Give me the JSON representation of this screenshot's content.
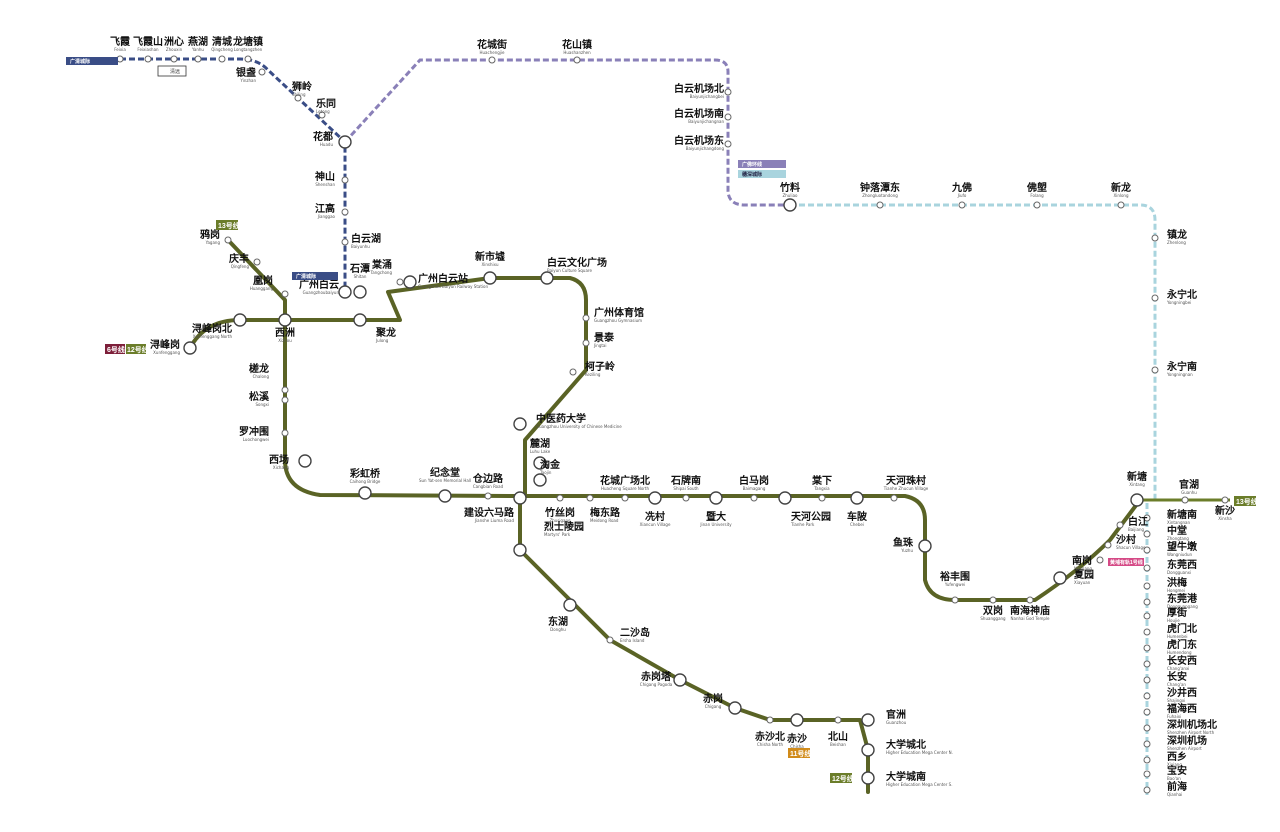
{
  "colors": {
    "main_line": "#5a6325",
    "line_18_blue": "#3a4d86",
    "airport_line_purple": "#8a80b8",
    "dongguan_line_cyan": "#a9d4de",
    "line_13_green": "#6b7d2a",
    "line_6_maroon": "#7d1f3a",
    "line_11_orange": "#d18b1a",
    "intercity_pink": "#d54a86"
  },
  "stations": [
    {
      "cn": "飞霞",
      "en": "Feixia"
    },
    {
      "cn": "飞霞山",
      "en": "Feixiashan"
    },
    {
      "cn": "洲心",
      "en": "Zhouxin"
    },
    {
      "cn": "燕湖",
      "en": "Yanhu"
    },
    {
      "cn": "清城",
      "en": "Qingcheng"
    },
    {
      "cn": "龙塘镇",
      "en": "Longtangzhen"
    },
    {
      "cn": "银盏",
      "en": "Yinzhan"
    },
    {
      "cn": "狮岭",
      "en": "Shiling"
    },
    {
      "cn": "乐同",
      "en": "Letong"
    },
    {
      "cn": "花都",
      "en": "Huadu"
    },
    {
      "cn": "神山",
      "en": "Shenshan"
    },
    {
      "cn": "江高",
      "en": "Jianggao"
    },
    {
      "cn": "白云湖",
      "en": "Baiyunhu"
    },
    {
      "cn": "广州白云",
      "en": "Guangzhoubaiyun"
    },
    {
      "cn": "花城街",
      "en": "Huachengjie"
    },
    {
      "cn": "花山镇",
      "en": "Huashanzhen"
    },
    {
      "cn": "白云机场北",
      "en": "Baiyunjichangbei"
    },
    {
      "cn": "白云机场南",
      "en": "Baiyunjichangnan"
    },
    {
      "cn": "白云机场东",
      "en": "Baiyunjichangdong"
    },
    {
      "cn": "竹料",
      "en": "Zhuliao"
    },
    {
      "cn": "钟落潭东",
      "en": "Zhongluotandong"
    },
    {
      "cn": "九佛",
      "en": "Jiufo"
    },
    {
      "cn": "佛塱",
      "en": "Folang"
    },
    {
      "cn": "新龙",
      "en": "Xinlong"
    },
    {
      "cn": "镇龙",
      "en": "Zhenlong"
    },
    {
      "cn": "永宁北",
      "en": "Yongningbei"
    },
    {
      "cn": "永宁南",
      "en": "Yongningnan"
    },
    {
      "cn": "鸦岗",
      "en": "Yagang"
    },
    {
      "cn": "庆丰",
      "en": "Qingfeng"
    },
    {
      "cn": "凰岗",
      "en": "Huanggang"
    },
    {
      "cn": "浔峰岗北",
      "en": "Xunfenggang North"
    },
    {
      "cn": "浔峰岗",
      "en": "Xunfenggang"
    },
    {
      "cn": "西洲",
      "en": "Xizhou"
    },
    {
      "cn": "石潭",
      "en": "Shitan"
    },
    {
      "cn": "聚龙",
      "en": "Julong"
    },
    {
      "cn": "棠涌",
      "en": "Tangchong"
    },
    {
      "cn": "广州白云站",
      "en": "Guangzhou Baiyun Railway Station"
    },
    {
      "cn": "新市墟",
      "en": "Xinshixu"
    },
    {
      "cn": "白云文化广场",
      "en": "Baiyun Culture Square"
    },
    {
      "cn": "广州体育馆",
      "en": "Guangzhou Gymnasium"
    },
    {
      "cn": "景泰",
      "en": "Jingtai"
    },
    {
      "cn": "柯子岭",
      "en": "Keziling"
    },
    {
      "cn": "槎龙",
      "en": "Chalong"
    },
    {
      "cn": "松溪",
      "en": "Songxi"
    },
    {
      "cn": "罗冲围",
      "en": "Luochongwei"
    },
    {
      "cn": "西场",
      "en": "Xichang"
    },
    {
      "cn": "彩虹桥",
      "en": "Caihong Bridge"
    },
    {
      "cn": "纪念堂",
      "en": "Sun Yat-sen Memorial Hall"
    },
    {
      "cn": "仓边路",
      "en": "Cangbian Road"
    },
    {
      "cn": "中医药大学",
      "en": "Guangzhou University of Chinese Medicine"
    },
    {
      "cn": "麓湖",
      "en": "Luhu Lake"
    },
    {
      "cn": "淘金",
      "en": "Taojin"
    },
    {
      "cn": "建设六马路",
      "en": "Jianshe Liuma Road"
    },
    {
      "cn": "竹丝岗",
      "en": "Zhusigang"
    },
    {
      "cn": "梅东路",
      "en": "Meidong Road"
    },
    {
      "cn": "花城广场北",
      "en": "Huacheng Square North"
    },
    {
      "cn": "石牌南",
      "en": "Shipai South"
    },
    {
      "cn": "冼村",
      "en": "Xiancun Village"
    },
    {
      "cn": "暨大",
      "en": "Jinan University"
    },
    {
      "cn": "白马岗",
      "en": "Baimagang"
    },
    {
      "cn": "天河公园",
      "en": "Tianhe Park"
    },
    {
      "cn": "棠下",
      "en": "Tangxia"
    },
    {
      "cn": "车陂",
      "en": "Chebei"
    },
    {
      "cn": "天河珠村",
      "en": "Tianhe Zhucun Village"
    },
    {
      "cn": "烈士陵园",
      "en": "Martyrs' Park"
    },
    {
      "cn": "东湖",
      "en": "Donghu"
    },
    {
      "cn": "二沙岛",
      "en": "Ersha Island"
    },
    {
      "cn": "赤岗塔",
      "en": "Chigang Pagoda"
    },
    {
      "cn": "赤岗",
      "en": "Chigang"
    },
    {
      "cn": "赤沙北",
      "en": "Chisha North"
    },
    {
      "cn": "赤沙",
      "en": "Chisha"
    },
    {
      "cn": "北山",
      "en": "Beishan"
    },
    {
      "cn": "官洲",
      "en": "Guanzhou"
    },
    {
      "cn": "大学城北",
      "en": "Higher Education Mega Center N."
    },
    {
      "cn": "大学城南",
      "en": "Higher Education Mega Center S."
    },
    {
      "cn": "鱼珠",
      "en": "Yuzhu"
    },
    {
      "cn": "裕丰围",
      "en": "Yufengwei"
    },
    {
      "cn": "双岗",
      "en": "Shuanggang"
    },
    {
      "cn": "南海神庙",
      "en": "Nanhai God Temple"
    },
    {
      "cn": "夏园",
      "en": "Xiayuan"
    },
    {
      "cn": "南岗",
      "en": "Nangang"
    },
    {
      "cn": "沙村",
      "en": "Shacun Village"
    },
    {
      "cn": "白江",
      "en": "Baijiang"
    },
    {
      "cn": "新塘",
      "en": "Xintang"
    },
    {
      "cn": "官湖",
      "en": "Guanhu"
    },
    {
      "cn": "新沙",
      "en": "Xinsha"
    },
    {
      "cn": "新塘南",
      "en": "Xintangnan"
    },
    {
      "cn": "中堂",
      "en": "Zhongtang"
    },
    {
      "cn": "望牛墩",
      "en": "Wangniudun"
    },
    {
      "cn": "东莞西",
      "en": "Dongguanxi"
    },
    {
      "cn": "洪梅",
      "en": "Hongmei"
    },
    {
      "cn": "东莞港",
      "en": "Dongguangang"
    },
    {
      "cn": "厚街",
      "en": "Houjie"
    },
    {
      "cn": "虎门北",
      "en": "Humenbei"
    },
    {
      "cn": "虎门东",
      "en": "Humendong"
    },
    {
      "cn": "长安西",
      "en": "Chang'anxi"
    },
    {
      "cn": "长安",
      "en": "Chang'an"
    },
    {
      "cn": "沙井西",
      "en": "Shajingxi"
    },
    {
      "cn": "福海西",
      "en": "Fuhaixi"
    },
    {
      "cn": "深圳机场北",
      "en": "Shenzhen Airport North"
    },
    {
      "cn": "深圳机场",
      "en": "Shenzhen Airport"
    },
    {
      "cn": "西乡",
      "en": "Xixiang"
    },
    {
      "cn": "宝安",
      "en": "Bao'an"
    },
    {
      "cn": "前海",
      "en": "Qianhai"
    }
  ],
  "line_badges": [
    {
      "text": "13号线"
    },
    {
      "text": "6号线"
    },
    {
      "text": "12号线"
    },
    {
      "text": "11号线"
    },
    {
      "text": "12号线"
    },
    {
      "text": "13号线"
    }
  ],
  "tags": {
    "guangqing": "广清城际",
    "qingyuan": "清远",
    "guangzhou_east_ring": "广清城际",
    "airport_rail": "广佛环线",
    "suishen": "穗深城际",
    "nanhai_line": "黄埔有轨1号线"
  }
}
